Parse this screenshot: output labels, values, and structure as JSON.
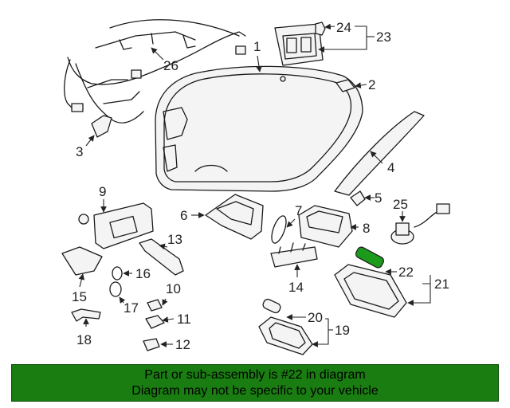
{
  "colors": {
    "banner_bg": "#1a7d12",
    "highlight_part": "#1c9a1c",
    "line": "#1a1a1a"
  },
  "callouts": [
    "1",
    "2",
    "3",
    "4",
    "5",
    "6",
    "7",
    "8",
    "9",
    "10",
    "11",
    "12",
    "13",
    "14",
    "15",
    "16",
    "17",
    "18",
    "19",
    "20",
    "21",
    "22",
    "23",
    "24",
    "25",
    "26"
  ],
  "highlighted_part": "22",
  "banner": {
    "line1": "Part or sub-assembly is #22 in diagram",
    "line2": "Diagram may not be specific to your vehicle"
  }
}
